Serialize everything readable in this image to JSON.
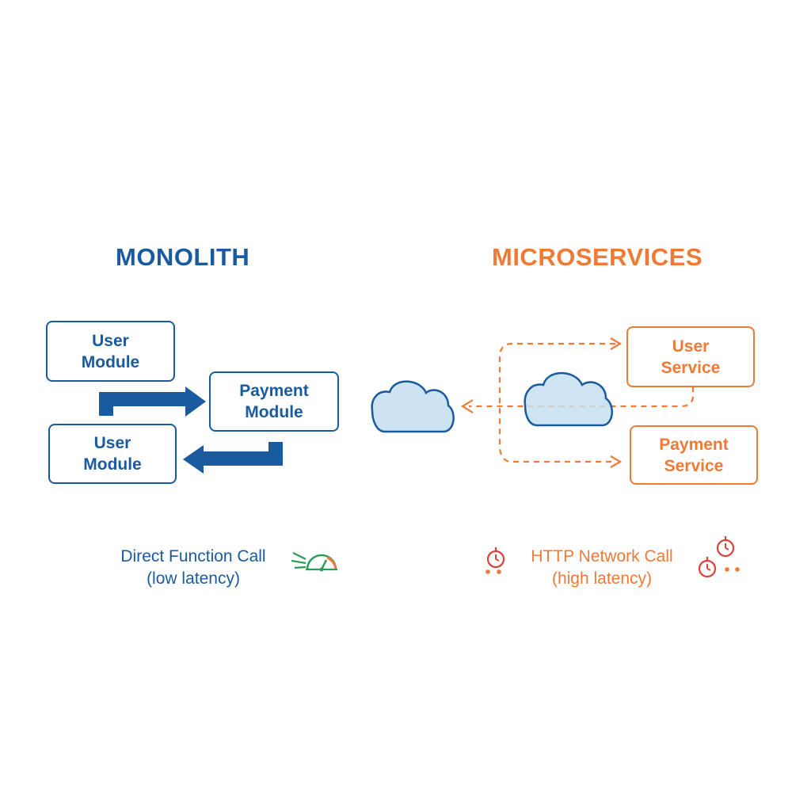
{
  "monolith": {
    "title": "MONOLITH",
    "user_module_top": "User\nModule",
    "payment_module": "Payment\nModule",
    "user_module_bottom": "User\nModule",
    "caption_line1": "Direct Function Call",
    "caption_line2": "(low latency)",
    "color": "#1a5a9e"
  },
  "microservices": {
    "title": "MICROSERVICES",
    "user_service": "User\nService",
    "payment_service": "Payment\nService",
    "caption_line1": "HTTP Network Call",
    "caption_line2": "(high latency)",
    "color": "#ef7a35"
  },
  "icons": {
    "speed": "speedometer-wing-icon",
    "latency": "stopwatch-icon",
    "network": "cloud-icon"
  }
}
